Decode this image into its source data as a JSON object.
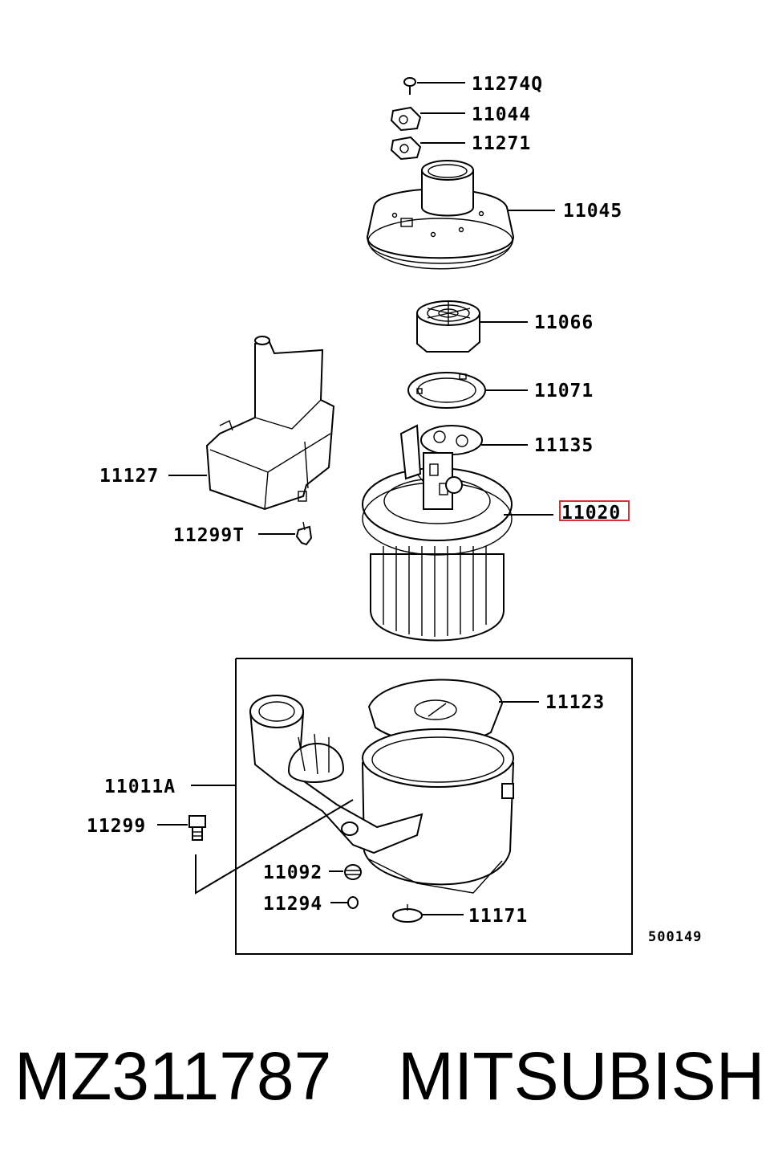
{
  "diagram": {
    "callouts": {
      "p11274Q": "11274Q",
      "p11044": "11044",
      "p11271": "11271",
      "p11045": "11045",
      "p11066": "11066",
      "p11071": "11071",
      "p11135": "11135",
      "p11020": "11020",
      "p11127": "11127",
      "p11299T": "11299T",
      "p11123": "11123",
      "p11011A": "11011A",
      "p11299": "11299",
      "p11092": "11092",
      "p11294": "11294",
      "p11171": "11171"
    },
    "highlighted_callout": "11020",
    "highlight_color": "#d9302f",
    "figure_ref": "500149"
  },
  "footer": {
    "part_number": "MZ311787",
    "brand": "MITSUBISHI"
  }
}
